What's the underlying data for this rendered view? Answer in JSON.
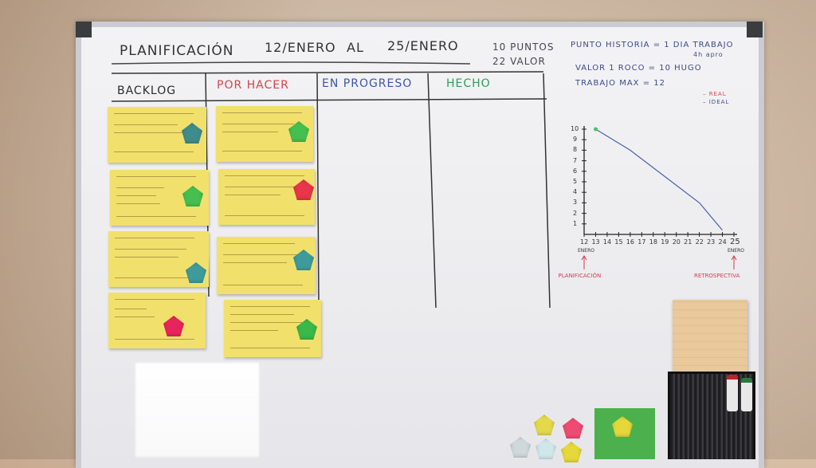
{
  "board": {
    "title": "PLANIFICACIÓN",
    "date_from": "12/ENERO",
    "date_connector": "AL",
    "date_to": "25/ENERO",
    "points_line1": "10 PUNTOS",
    "points_line2": "22 VALOR",
    "notes": [
      "PUNTO HISTORIA = 1 DIA TRABAJO",
      "4h apro",
      "VALOR 1 ROCO = 10 HUGO",
      "TRABAJO MAX = 12"
    ],
    "legend": [
      "REAL",
      "IDEAL"
    ]
  },
  "columns": [
    {
      "label": "BACKLOG",
      "color": "#2b2b2b"
    },
    {
      "label": "POR HACER",
      "color": "#d8424a"
    },
    {
      "label": "EN PROGRESO",
      "color": "#3d57a8"
    },
    {
      "label": "HECHO",
      "color": "#2f9e55"
    }
  ],
  "cards": {
    "backlog": [
      {
        "magnet": "teal-magnet",
        "magnet_color": "#3f8c8c"
      },
      {
        "magnet": "green-magnet",
        "magnet_color": "#45c04f"
      },
      {
        "magnet": "teal-magnet",
        "magnet_color": "#3f9b9b"
      },
      {
        "magnet": "pink-magnet",
        "magnet_color": "#e8245c"
      }
    ],
    "por_hacer": [
      {
        "magnet": "green-magnet",
        "magnet_color": "#45c04f"
      },
      {
        "magnet": "red-magnet",
        "magnet_color": "#e8364a"
      },
      {
        "magnet": "teal-magnet",
        "magnet_color": "#3f9b9b"
      },
      {
        "magnet": "green-magnet",
        "magnet_color": "#3bb84a"
      }
    ]
  },
  "chart_data": {
    "type": "line",
    "x": [
      12,
      13,
      14,
      15,
      16,
      17,
      18,
      19,
      20,
      21,
      22,
      23,
      24,
      25
    ],
    "x_tick_labels": [
      "12",
      "13",
      "14",
      "15",
      "16",
      "17",
      "18",
      "19",
      "20",
      "21",
      "22",
      "23",
      "24",
      "25"
    ],
    "y_tick_labels": [
      "1",
      "2",
      "3",
      "4",
      "5",
      "6",
      "7",
      "8",
      "9",
      "10"
    ],
    "ylim": [
      0,
      10
    ],
    "xlim": [
      12,
      25
    ],
    "series": [
      {
        "x": [
          13,
          16,
          19,
          22,
          24
        ],
        "values": [
          10,
          8,
          5.5,
          3,
          0.4
        ],
        "color": "#4a5fb0"
      }
    ],
    "start_point": {
      "x": 13,
      "y": 10,
      "color": "#4cc36a"
    },
    "x_sub_labels": [
      "ENERO",
      "ENERO"
    ],
    "annotations": [
      {
        "text": "PLANIFICACIÓN",
        "x": 12,
        "color": "#d83a4a"
      },
      {
        "text": "RETROSPECTIVA",
        "x": 25,
        "color": "#d83a4a"
      }
    ],
    "grid": false
  }
}
